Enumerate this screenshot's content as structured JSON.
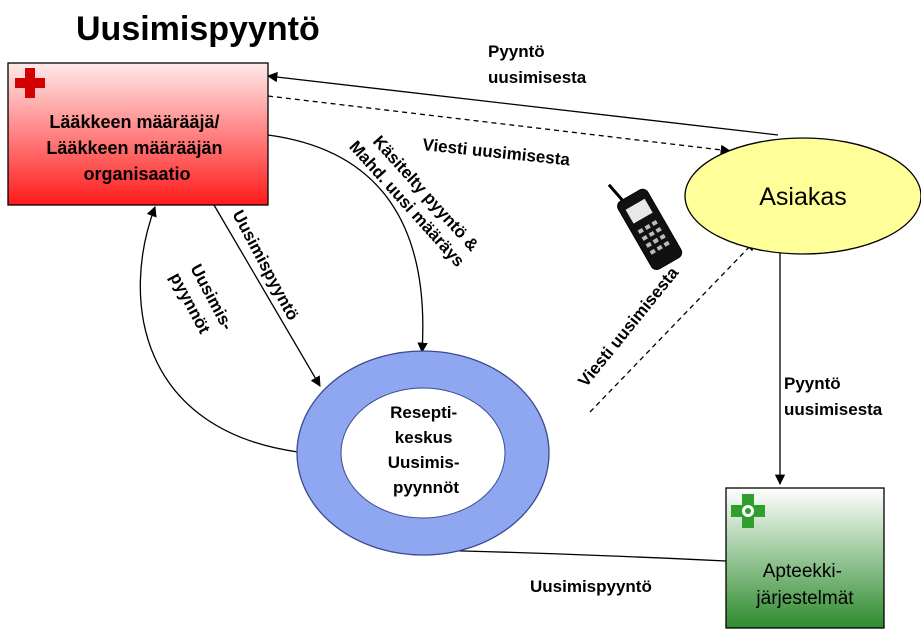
{
  "title": "Uusimispyyntö",
  "nodes": {
    "prescriber": {
      "lines": [
        "Lääkkeen määrääjä/",
        "Lääkkeen määrääjän",
        "organisaatio"
      ],
      "fill_top": "#ffeaea",
      "fill_bottom": "#ff1a1a"
    },
    "customer": {
      "label": "Asiakas",
      "fill": "#ffff99"
    },
    "center": {
      "lines": [
        "Resepti-",
        "keskus",
        "Uusimis-",
        "pyynnöt"
      ],
      "ring_color": "#8fa6f0"
    },
    "pharmacy": {
      "lines": [
        "Apteekki-",
        "järjestelmät"
      ],
      "fill_top": "#ffffff",
      "fill_bottom": "#2e8b2e"
    }
  },
  "edges": {
    "customer_to_prescriber": [
      "Pyyntö",
      "uusimisesta"
    ],
    "prescriber_to_customer_message": "Viesti uusimisesta",
    "prescriber_to_center_processed": [
      "Käsitelty pyyntö &",
      "Mahd. uusi määräys"
    ],
    "prescriber_to_center_request": "Uusimispyyntö",
    "center_to_prescriber": [
      "Uusimis-",
      "pyynnöt"
    ],
    "center_to_customer_message": "Viesti uusimisesta",
    "customer_to_pharmacy": [
      "Pyyntö",
      "uusimisesta"
    ],
    "pharmacy_to_center": "Uusimispyyntö"
  },
  "icons": {
    "red_cross": "red-cross-icon",
    "phone": "mobile-phone-icon",
    "pharmacy_cross": "pharmacy-cross-icon"
  },
  "colors": {
    "red_cross": "#d40000",
    "pharmacy_green": "#2e9e2e"
  }
}
